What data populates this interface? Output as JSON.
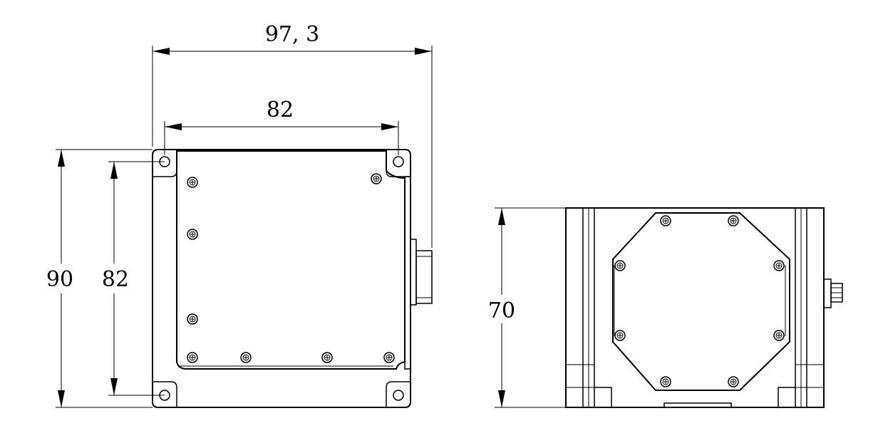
{
  "drawing": {
    "front_view": {
      "overall_width_label": "97, 3",
      "hole_spacing_width_label": "82",
      "overall_height_label": "90",
      "hole_spacing_height_label": "82"
    },
    "side_view": {
      "height_label": "70"
    },
    "line_color": "#000000",
    "background_color": "#ffffff"
  }
}
